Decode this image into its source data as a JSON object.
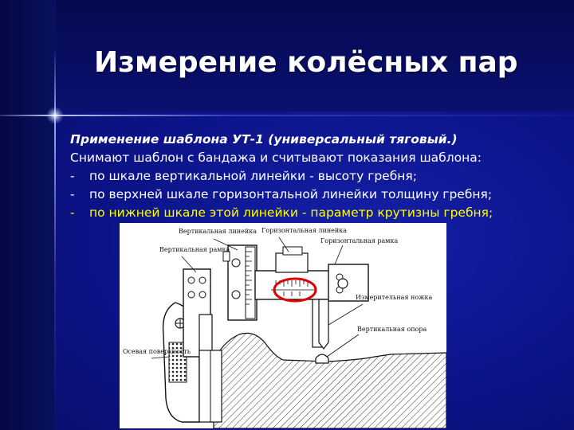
{
  "slide": {
    "title": "Измерение колёсных пар",
    "subtitle": "Применение шаблона УТ-1 (универсальный тяговый.)",
    "intro": "Снимают шаблон с бандажа и считывают показания шаблона:",
    "items": [
      {
        "dash": "-",
        "text": "по шкале вертикальной линейки - высоту гребня;",
        "highlight": false
      },
      {
        "dash": "-",
        "text": "по верхней шкале горизонтальной линейки толщину гребня;",
        "highlight": false
      },
      {
        "dash": "-",
        "text": "по нижней шкале этой линейки - параметр крутизны гребня;",
        "highlight": true
      }
    ],
    "colors": {
      "background": "#0c1388",
      "text": "#ffffff",
      "highlight": "#ffff00",
      "marker": "#e00000"
    }
  },
  "figure": {
    "labels": {
      "vertical_ruler": "Вертикальная линейка",
      "vertical_frame": "Вертикальная рамка",
      "horizontal_ruler": "Горизонтальная линейка",
      "horizontal_frame": "Горизонтальная рамка",
      "measuring_leg": "Измерительная ножка",
      "vertical_support": "Вертикальная опора",
      "axial_surface": "Осевая поверхность"
    }
  }
}
